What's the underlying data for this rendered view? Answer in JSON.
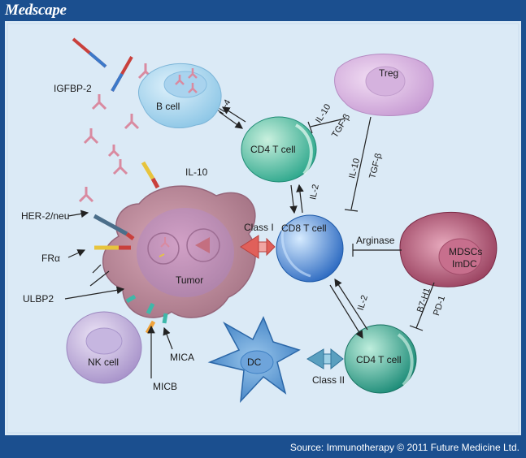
{
  "brand": "Medscape",
  "source": "Source: Immunotherapy © 2011 Future Medicine Ltd.",
  "labels": {
    "igfbp2": "IGFBP-2",
    "bcell": "B cell",
    "il4": "IL-4",
    "cd4_top": "CD4 T cell",
    "il10_a": "IL-10",
    "tgfb_a": "TGF-β",
    "treg": "Treg",
    "il10_b": "IL-10",
    "tgfb_b": "TGF-β",
    "il10_tumor": "IL-10",
    "il2_a": "IL-2",
    "her2": "HER-2/neu",
    "classI": "Class I",
    "cd8": "CD8 T cell",
    "arginase": "Arginase",
    "fra": "FRα",
    "tumor": "Tumor",
    "mdscs": "MDSCs",
    "imdc": "ImDC",
    "ulbp2": "ULBP2",
    "il2_b": "IL-2",
    "b7h1": "B7-H1",
    "pd1": "PD-1",
    "nkcell": "NK cell",
    "mica": "MICA",
    "dc": "DC",
    "classII": "Class II",
    "cd4_bottom": "CD4 T cell",
    "micb": "MICB"
  }
}
